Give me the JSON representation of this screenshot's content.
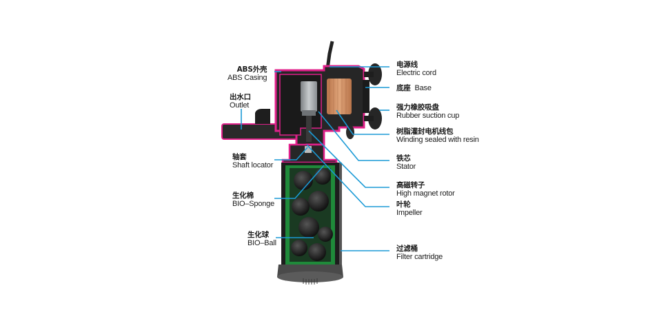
{
  "diagram": {
    "subject": "Internal aquarium filter pump cutaway",
    "colors": {
      "leader_line": "#1a9ad6",
      "casing_outline": "#e0208a",
      "casing_body": "#2a2a2a",
      "sponge": "#1f8a3a",
      "coil": "#c98a5a",
      "stator": "#a9adb0"
    },
    "labels_left": [
      {
        "zh": "ABS外壳",
        "en": "ABS Casing"
      },
      {
        "zh": "出水口",
        "en": "Outlet"
      },
      {
        "zh": "轴套",
        "en": "Shaft locator"
      },
      {
        "zh": "生化棉",
        "en": "BIO–Sponge"
      },
      {
        "zh": "生化球",
        "en": "BIO–Ball"
      }
    ],
    "labels_right": [
      {
        "zh": "电源线",
        "en": "Electric cord"
      },
      {
        "zh": "底座",
        "en": "Base"
      },
      {
        "zh": "强力橡胶吸盘",
        "en": "Rubber suction cup"
      },
      {
        "zh": "树脂灌封电机线包",
        "en": "Winding sealed with resin"
      },
      {
        "zh": "铁芯",
        "en": "Stator"
      },
      {
        "zh": "高磁转子",
        "en": "High magnet rotor"
      },
      {
        "zh": "叶轮",
        "en": "Impeller"
      },
      {
        "zh": "过滤桶",
        "en": "Filter cartridge"
      }
    ]
  }
}
